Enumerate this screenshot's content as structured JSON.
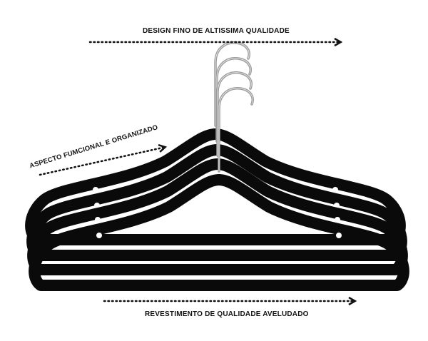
{
  "labels": {
    "top": "DESIGN FINO DE ALTISSIMA QUALIDADE",
    "left": "ASPECTO FUMCIONAL E ORGANIZADO",
    "bottom": "REVESTIMENTO DE QUALIDADE AVELUDADO"
  },
  "colors": {
    "hanger": "#0a0a0a",
    "hook": "#9a9a9a",
    "text": "#111111",
    "background": "#ffffff"
  },
  "hanger_count": 4
}
